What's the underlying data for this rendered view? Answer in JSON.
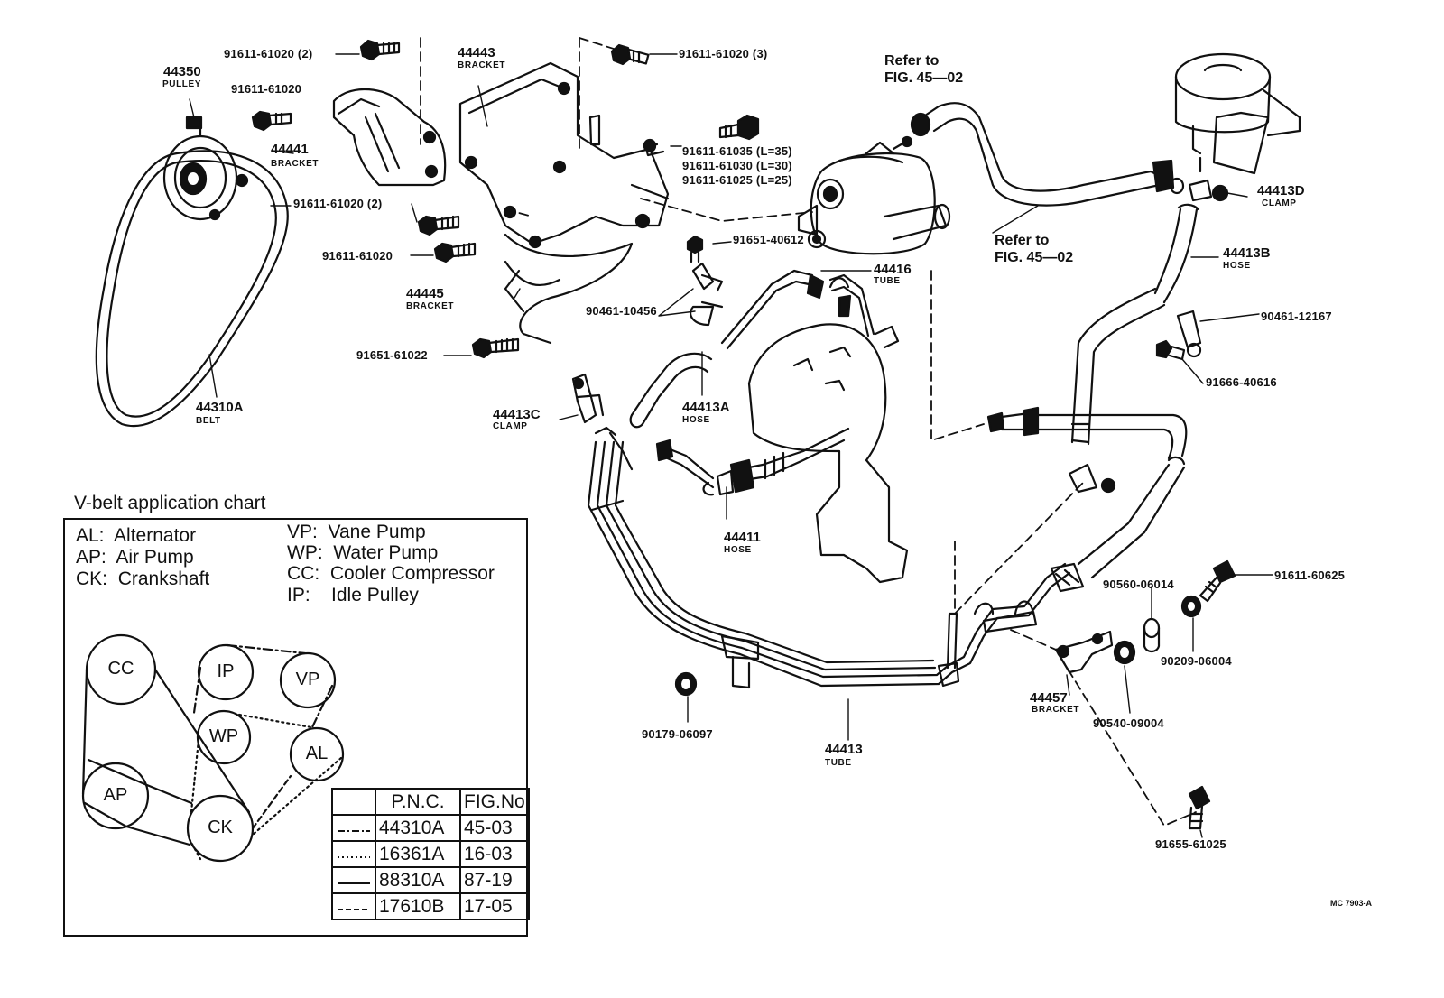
{
  "parts": {
    "p44350": {
      "num": "44350",
      "name": "PULLEY"
    },
    "p44441": {
      "num": "44441",
      "name": "BRACKET"
    },
    "p44443": {
      "num": "44443",
      "name": "BRACKET"
    },
    "p44445": {
      "num": "44445",
      "name": "BRACKET"
    },
    "p44310A": {
      "num": "44310A",
      "name": "BELT"
    },
    "p44413C": {
      "num": "44413C",
      "name": "CLAMP"
    },
    "p44413A": {
      "num": "44413A",
      "name": "HOSE"
    },
    "p44416": {
      "num": "44416",
      "name": "TUBE"
    },
    "p44411": {
      "num": "44411",
      "name": "HOSE"
    },
    "p44413D": {
      "num": "44413D",
      "name": "CLAMP"
    },
    "p44413B": {
      "num": "44413B",
      "name": "HOSE"
    },
    "p44413": {
      "num": "44413",
      "name": "TUBE"
    },
    "p44457": {
      "num": "44457",
      "name": "BRACKET"
    }
  },
  "bolts": {
    "b1": "91611-61020 (2)",
    "b2": "91611-61020",
    "b3": "91611-61020 (3)",
    "b4": "91611-61035 (L=35)",
    "b5": "91611-61030 (L=30)",
    "b6": "91611-61025 (L=25)",
    "b7": "91611-61020 (2)",
    "b8": "91611-61020",
    "b9": "91651-61022",
    "b10": "91651-40612",
    "b11": "90461-10456",
    "b12": "90461-12167",
    "b13": "91666-40616",
    "b14": "91611-60625",
    "b15": "90560-06014",
    "b16": "90209-06004",
    "b17": "90540-09004",
    "b18": "90179-06097",
    "b19": "91655-61025"
  },
  "refs": {
    "r1_line1": "Refer to",
    "r1_line2": "FIG. 45—02",
    "r2_line1": "Refer to",
    "r2_line2": "FIG. 45—02"
  },
  "chart": {
    "title": "V-belt application chart",
    "legend": [
      {
        "abbr": "AL:",
        "text": "Alternator"
      },
      {
        "abbr": "AP:",
        "text": "Air Pump"
      },
      {
        "abbr": "CK:",
        "text": "Crankshaft"
      },
      {
        "abbr": "VP:",
        "text": "Vane Pump"
      },
      {
        "abbr": "WP:",
        "text": "Water Pump"
      },
      {
        "abbr": "CC:",
        "text": "Cooler Compressor"
      },
      {
        "abbr": "IP:",
        "text": "Idle Pulley"
      }
    ],
    "pulleys": {
      "CC": "CC",
      "IP": "IP",
      "VP": "VP",
      "WP": "WP",
      "AL": "AL",
      "AP": "AP",
      "CK": "CK"
    },
    "table_headers": {
      "pnc": "P.N.C.",
      "fig": "FIG.No"
    },
    "table_rows": [
      {
        "pnc": "44310A",
        "fig": "45-03",
        "style": "dashdot"
      },
      {
        "pnc": "16361A",
        "fig": "16-03",
        "style": "dotted"
      },
      {
        "pnc": "88310A",
        "fig": "87-19",
        "style": "solid"
      },
      {
        "pnc": "17610B",
        "fig": "17-05",
        "style": "dashed"
      }
    ]
  },
  "drawing_code": "MC 7903-A"
}
